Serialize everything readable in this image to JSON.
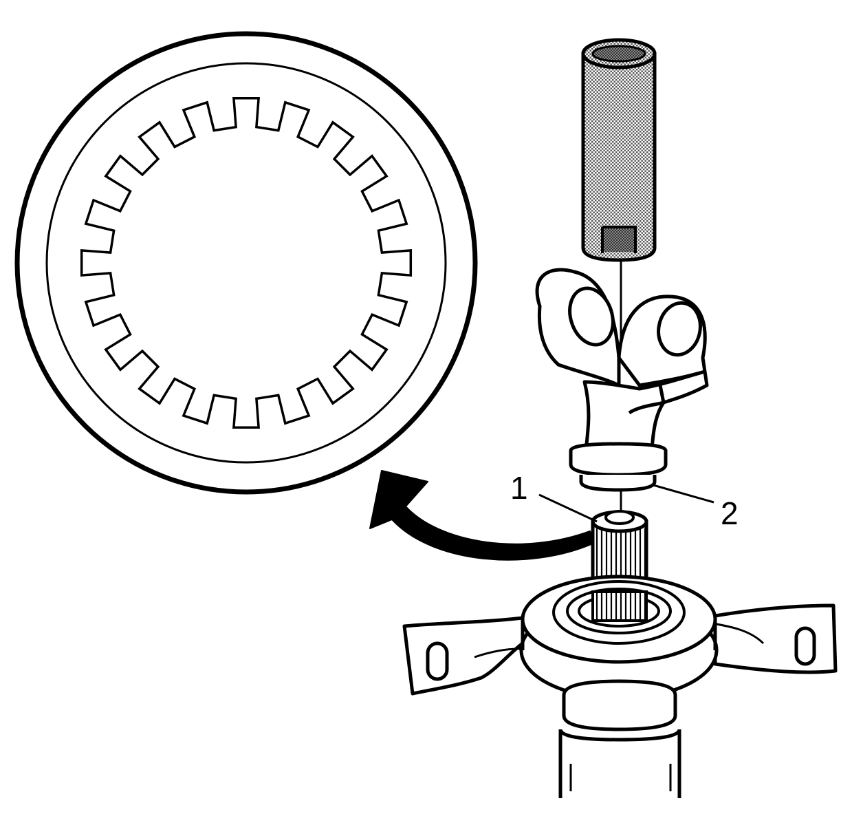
{
  "callouts": [
    {
      "id": "1",
      "label": "1"
    },
    {
      "id": "2",
      "label": "2"
    }
  ],
  "colors": {
    "ink": "#000000",
    "paper": "#ffffff",
    "tool_fill": "#9a9a9a"
  },
  "detail_view": {
    "spline_teeth_count": 20
  },
  "icons": {
    "detail_arrow": "curved-arrow-icon"
  }
}
